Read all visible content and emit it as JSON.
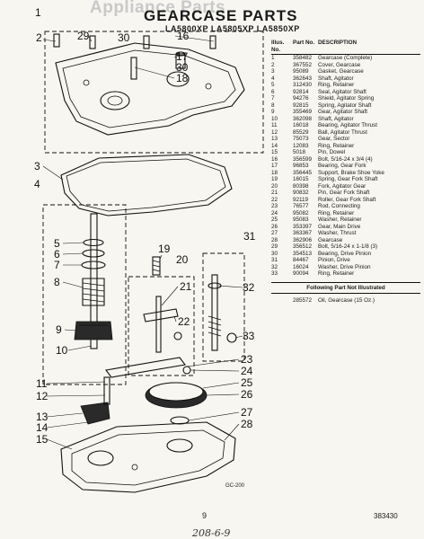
{
  "watermark": "Appliance Parts",
  "title": "GEARCASE PARTS",
  "subtitle": "LA5800XP LA5805XP LA5850XP",
  "callouts": [
    "1",
    "2",
    "3",
    "4",
    "5",
    "6",
    "7",
    "8",
    "9",
    "10",
    "11",
    "12",
    "13",
    "14",
    "15",
    "16",
    "17",
    "18",
    "19",
    "20",
    "21",
    "22",
    "23",
    "24",
    "25",
    "26",
    "27",
    "28",
    "29",
    "30",
    "31",
    "32",
    "33"
  ],
  "table": {
    "headers": [
      "Illus. No.",
      "Part No.",
      "DESCRIPTION"
    ],
    "rows": [
      [
        "1",
        "358482",
        "Gearcase (Complete)"
      ],
      [
        "2",
        "367552",
        "Cover, Gearcase"
      ],
      [
        "3",
        "95089",
        "Gasket, Gearcase"
      ],
      [
        "4",
        "362643",
        "Shaft, Agitator"
      ],
      [
        "5",
        "312430",
        "Ring, Retainer"
      ],
      [
        "6",
        "92814",
        "Seal, Agitator Shaft"
      ],
      [
        "7",
        "94276",
        "Shield, Agitator Spring"
      ],
      [
        "8",
        "92815",
        "Spring, Agitator Shaft"
      ],
      [
        "9",
        "355469",
        "Gear, Agitator Shaft"
      ],
      [
        "10",
        "362098",
        "Shaft, Agitator"
      ],
      [
        "11",
        "16018",
        "Bearing, Agitator Thrust"
      ],
      [
        "12",
        "85529",
        "Ball, Agitator Thrust"
      ],
      [
        "13",
        "75073",
        "Gear, Sector"
      ],
      [
        "14",
        "12083",
        "Ring, Retainer"
      ],
      [
        "15",
        "5018",
        "Pin, Dowel"
      ],
      [
        "16",
        "356599",
        "Bolt, 5/16-24 x 3/4 (4)"
      ],
      [
        "17",
        "96853",
        "Bearing, Gear Fork"
      ],
      [
        "18",
        "356445",
        "Support, Brake Shoe Yoke"
      ],
      [
        "19",
        "16015",
        "Spring, Gear Fork Shaft"
      ],
      [
        "20",
        "80398",
        "Fork, Agitator Gear"
      ],
      [
        "21",
        "90832",
        "Pin, Gear Fork Shaft"
      ],
      [
        "22",
        "92119",
        "Roller, Gear Fork Shaft"
      ],
      [
        "23",
        "76577",
        "Rod, Connecting"
      ],
      [
        "24",
        "95082",
        "Ring, Retainer"
      ],
      [
        "25",
        "95083",
        "Washer, Retainer"
      ],
      [
        "26",
        "353397",
        "Gear, Main Drive"
      ],
      [
        "27",
        "363367",
        "Washer, Thrust"
      ],
      [
        "28",
        "362906",
        "Gearcase"
      ],
      [
        "29",
        "356512",
        "Bolt, 5/16-24 x 1-1/8 (3)"
      ],
      [
        "30",
        "354513",
        "Bearing, Drive Pinion"
      ],
      [
        "31",
        "84467",
        "Pinion, Drive"
      ],
      [
        "32",
        "16024",
        "Washer, Drive Pinion"
      ],
      [
        "33",
        "90094",
        "Ring, Retainer"
      ]
    ],
    "following_label": "Following Part Not Illustrated",
    "extra_rows": [
      [
        "",
        "285572",
        "Oil, Gearcase (15 Oz.)"
      ]
    ]
  },
  "figure_code": "GC-200",
  "page_number": "9",
  "doc_number": "383430",
  "handwriting": "208-6-9"
}
